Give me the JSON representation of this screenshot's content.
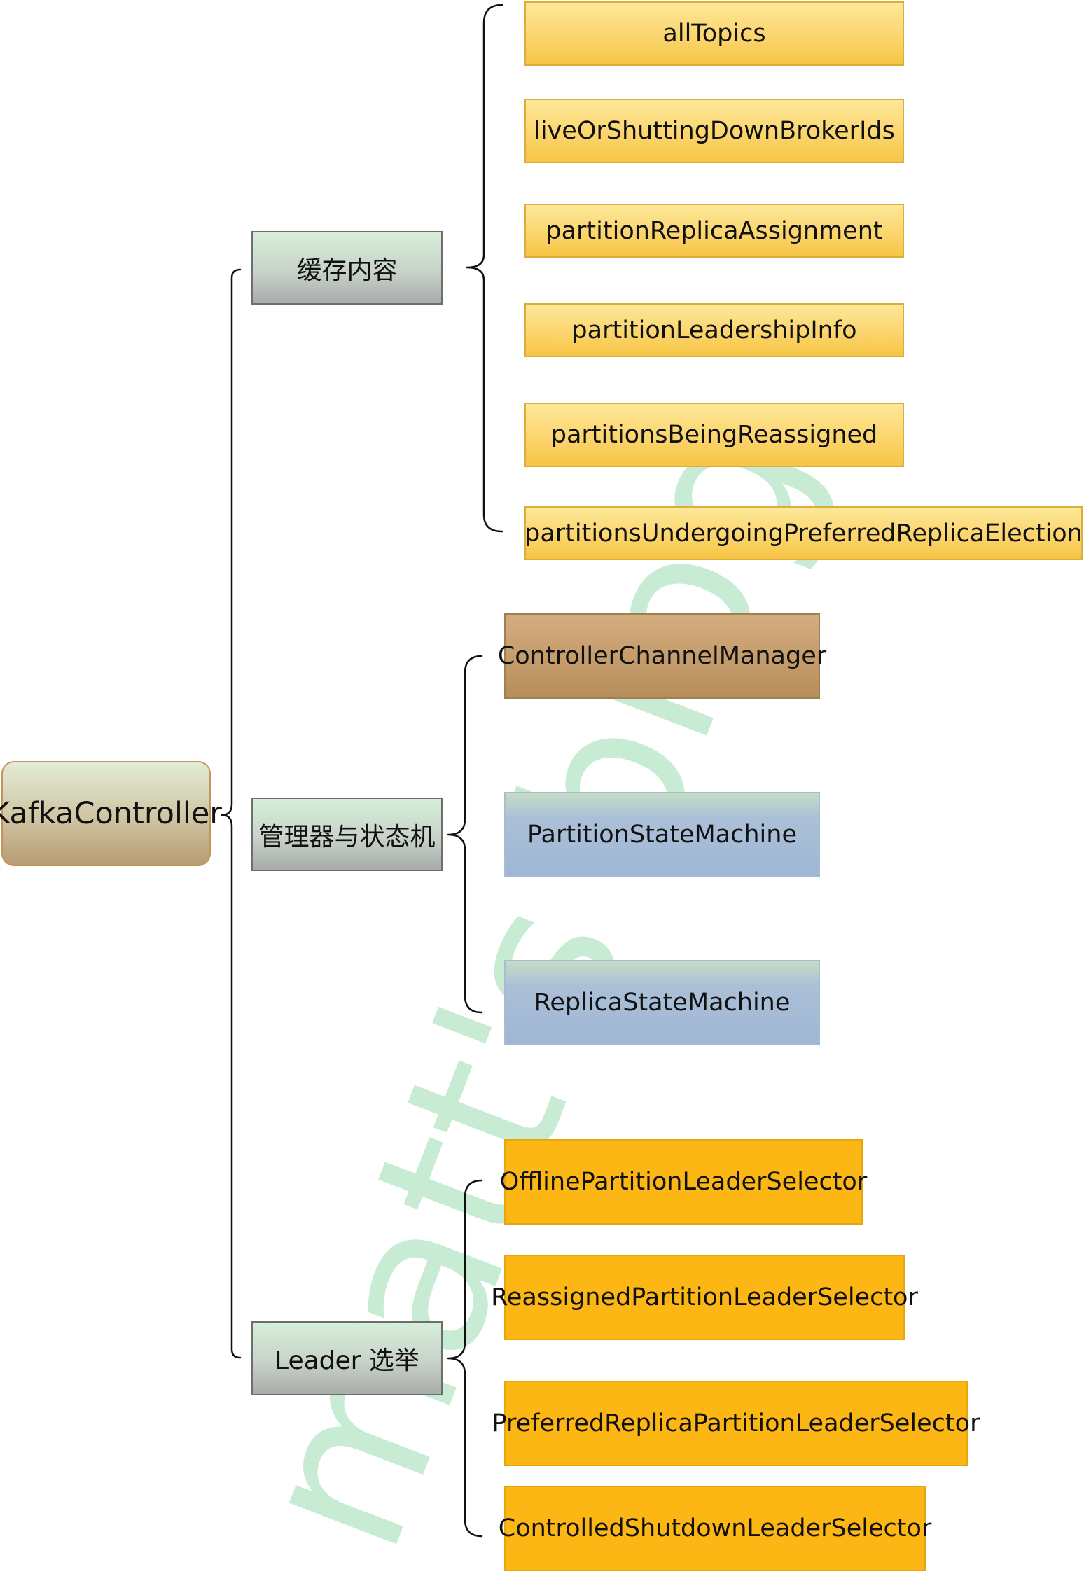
{
  "diagram": {
    "watermark": "matt's blog",
    "root": {
      "label": "KafkaController"
    },
    "branches": [
      {
        "label": "缓存内容",
        "children": [
          "allTopics",
          "liveOrShuttingDownBrokerIds",
          "partitionReplicaAssignment",
          "partitionLeadershipInfo",
          "partitionsBeingReassigned",
          "partitionsUndergoingPreferredReplicaElection"
        ]
      },
      {
        "label": "管理器与状态机",
        "children": [
          "ControllerChannelManager",
          "PartitionStateMachine",
          "ReplicaStateMachine"
        ]
      },
      {
        "label": "Leader 选举",
        "children": [
          "OfflinePartitionLeaderSelector",
          "ReassignedPartitionLeaderSelector",
          "PreferredReplicaPartitionLeaderSelector",
          "ControlledShutdownLeaderSelector"
        ]
      }
    ],
    "colors": {
      "cache_leaf": "#fbd56e",
      "channel_manager": "#c39a69",
      "state_machine": "#9fb6d6",
      "leader_selector": "#fdb714",
      "branch": "#c8d2c9",
      "root": "#cfc4a2",
      "watermark": "#c7ecd3",
      "connector": "#111111"
    }
  }
}
